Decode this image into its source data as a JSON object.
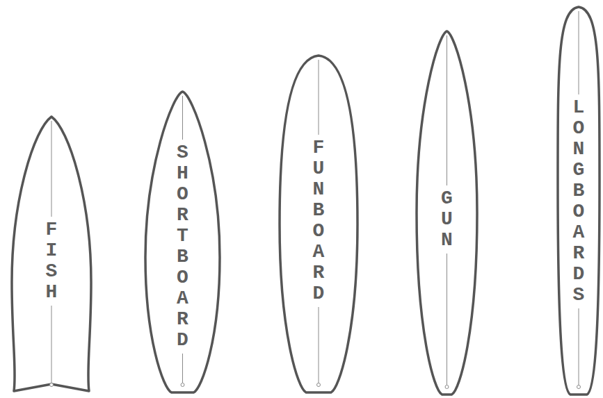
{
  "diagram": {
    "nodes": [
      {
        "text": [
          "FISH"
        ]
      },
      {
        "text": [
          "SHORTBOARD"
        ]
      },
      {
        "text": [
          "FUNBOARD"
        ]
      },
      {
        "text": [
          "GUN"
        ]
      },
      {
        "text": [
          "LONGBOARDS"
        ]
      }
    ]
  }
}
